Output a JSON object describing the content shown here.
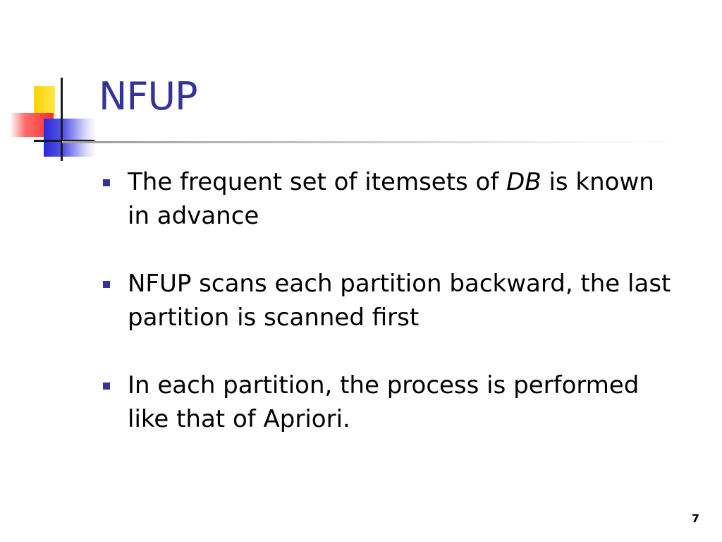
{
  "slide": {
    "title": "NFUP",
    "bullets": [
      {
        "before": "The frequent set of itemsets of ",
        "emphasis": "DB",
        "after": " is known in advance"
      },
      {
        "text": "NFUP scans each partition backward, the last partition is scanned first"
      },
      {
        "text": "In each partition, the process is performed like that of Apriori."
      }
    ],
    "page_number": "7"
  },
  "colors": {
    "title": "#333399",
    "bullet_marker": "#333399",
    "logo_yellow": "#ffd200",
    "logo_red": "#ff2d2d",
    "logo_blue": "#2a2ad8"
  }
}
